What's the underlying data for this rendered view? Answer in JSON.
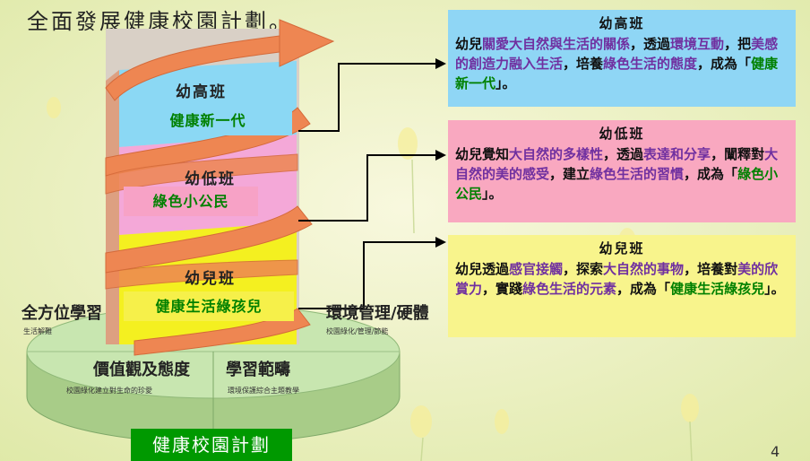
{
  "title": "全面發展健康校園計劃。",
  "footer": "健康校園計劃",
  "page_number": "4",
  "colors": {
    "spiral": "#f08850",
    "cyan": "#8bd8f4",
    "pink": "#f4a8d8",
    "yellow": "#f4f020",
    "green_label": "#008000",
    "purple_highlight": "#7030a0",
    "footer_bg": "#009900"
  },
  "bands": [
    {
      "title": "幼高班",
      "label": "健康新一代",
      "color": "#8bd8f4"
    },
    {
      "title": "幼低班",
      "label": "綠色小公民",
      "color": "#f4a8d8"
    },
    {
      "title": "幼兒班",
      "label": "健康生活綠孩兒",
      "color": "#f4f020"
    }
  ],
  "base": {
    "left_big": "全方位學習",
    "left_small": "生活解難",
    "right_big": "環境管理/硬體",
    "right_small": "校園綠化/管理/節能",
    "bottom_left_big": "價值觀及態度",
    "bottom_left_small": "校園綠化建立對生命的珍愛",
    "bottom_right_big": "學習範疇",
    "bottom_right_small": "環境保護綜合主題教學"
  },
  "boxes": [
    {
      "heading": "幼高班",
      "color": "#8fd6f5",
      "segments": [
        {
          "t": "幼兒",
          "c": "n"
        },
        {
          "t": "關愛大自然與生活的關係",
          "c": "h"
        },
        {
          "t": "，透過",
          "c": "n"
        },
        {
          "t": "環境互動",
          "c": "h"
        },
        {
          "t": "，把",
          "c": "n"
        },
        {
          "t": "美感的創造力融入生活",
          "c": "h"
        },
        {
          "t": "，培養",
          "c": "n"
        },
        {
          "t": "綠色生活的態度",
          "c": "h"
        },
        {
          "t": "，成為「",
          "c": "n"
        },
        {
          "t": "健康新一代",
          "c": "g"
        },
        {
          "t": "」。",
          "c": "n"
        }
      ]
    },
    {
      "heading": "幼低班",
      "color": "#f9a8c0",
      "segments": [
        {
          "t": "幼兒覺知",
          "c": "n"
        },
        {
          "t": "大自然的多樣性",
          "c": "h"
        },
        {
          "t": "，透過",
          "c": "n"
        },
        {
          "t": "表達和分享",
          "c": "h"
        },
        {
          "t": "，闡釋對",
          "c": "n"
        },
        {
          "t": "大自然的美的感受",
          "c": "h"
        },
        {
          "t": "，建立",
          "c": "n"
        },
        {
          "t": "綠色生活的習慣",
          "c": "h"
        },
        {
          "t": "，成為「",
          "c": "n"
        },
        {
          "t": "綠色小公民",
          "c": "g"
        },
        {
          "t": "」。",
          "c": "n"
        }
      ]
    },
    {
      "heading": "幼兒班",
      "color": "#f8f48c",
      "segments": [
        {
          "t": "幼兒透過",
          "c": "n"
        },
        {
          "t": "感官接觸",
          "c": "h"
        },
        {
          "t": "，探索",
          "c": "n"
        },
        {
          "t": "大自然的事物",
          "c": "h"
        },
        {
          "t": "，培養對",
          "c": "n"
        },
        {
          "t": "美的欣賞力",
          "c": "h"
        },
        {
          "t": "，實踐",
          "c": "n"
        },
        {
          "t": "綠色生活的元素",
          "c": "h"
        },
        {
          "t": "，成為「",
          "c": "n"
        },
        {
          "t": "健康生活綠孩兒",
          "c": "g"
        },
        {
          "t": "」。",
          "c": "n"
        }
      ]
    }
  ]
}
